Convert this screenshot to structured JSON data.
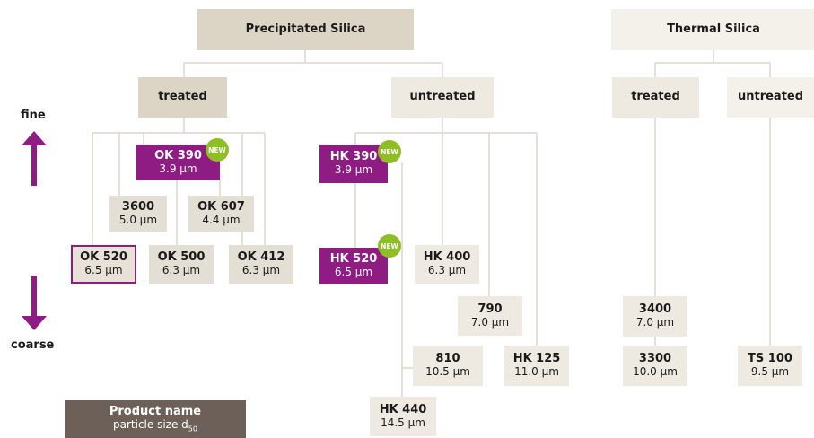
{
  "precipitated": {
    "title": "Precipitated Silica",
    "treated": "treated",
    "untreated": "untreated"
  },
  "thermal": {
    "title": "Thermal Silica",
    "treated": "treated",
    "untreated": "untreated"
  },
  "axis": {
    "fine": "fine",
    "coarse": "coarse"
  },
  "badge": "NEW",
  "products": {
    "ok390": {
      "name": "OK 390",
      "size": "3.9 µm"
    },
    "p3600": {
      "name": "3600",
      "size": "5.0 µm"
    },
    "ok607": {
      "name": "OK 607",
      "size": "4.4 µm"
    },
    "ok520": {
      "name": "OK 520",
      "size": "6.5 µm"
    },
    "ok500": {
      "name": "OK 500",
      "size": "6.3 µm"
    },
    "ok412": {
      "name": "OK 412",
      "size": "6.3 µm"
    },
    "hk390": {
      "name": "HK 390",
      "size": "3.9 µm"
    },
    "hk520": {
      "name": "HK 520",
      "size": "6.5 µm"
    },
    "hk400": {
      "name": "HK 400",
      "size": "6.3 µm"
    },
    "p790": {
      "name": "790",
      "size": "7.0 µm"
    },
    "p810": {
      "name": "810",
      "size": "10.5 µm"
    },
    "hk125": {
      "name": "HK 125",
      "size": "11.0 µm"
    },
    "hk440": {
      "name": "HK 440",
      "size": "14.5 µm"
    },
    "p3400": {
      "name": "3400",
      "size": "7.0 µm"
    },
    "p3300": {
      "name": "3300",
      "size": "10.0 µm"
    },
    "ts100": {
      "name": "TS 100",
      "size": "9.5 µm"
    }
  },
  "legend": {
    "name": "Product name",
    "size": "particle size d",
    "size_sub": "50"
  },
  "colors": {
    "accent": "#8e1c83",
    "badge": "#8fbd24",
    "legend": "#6c6058",
    "line": "#ddd6c8"
  }
}
